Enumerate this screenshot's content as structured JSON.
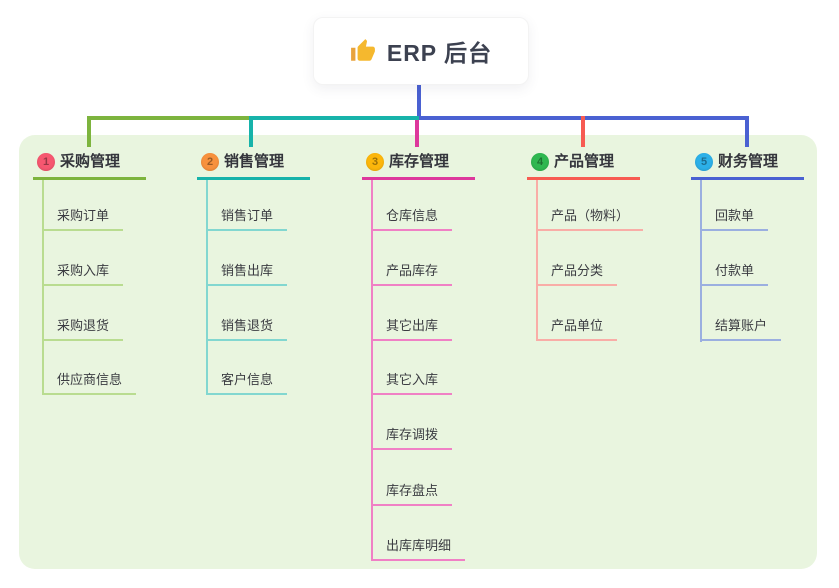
{
  "root": {
    "title": "ERP 后台",
    "icon": "thumbs-up-icon"
  },
  "colors": {
    "panel_bg": "#e9f5df",
    "root_connector": "#4a61d2",
    "thumb_icon": "#f5b82e"
  },
  "branches": [
    {
      "index": "1",
      "title": "采购管理",
      "marker_color": "#f65770",
      "line_color": "#7db43e",
      "child_line_color": "#b9dc90",
      "children": [
        {
          "label": "采购订单"
        },
        {
          "label": "采购入库"
        },
        {
          "label": "采购退货"
        },
        {
          "label": "供应商信息"
        }
      ]
    },
    {
      "index": "2",
      "title": "销售管理",
      "marker_color": "#f7913d",
      "line_color": "#17b3aa",
      "child_line_color": "#82d7d0",
      "children": [
        {
          "label": "销售订单"
        },
        {
          "label": "销售出库"
        },
        {
          "label": "销售退货"
        },
        {
          "label": "客户信息"
        }
      ]
    },
    {
      "index": "3",
      "title": "库存管理",
      "marker_color": "#fcb60b",
      "line_color": "#dd389c",
      "child_line_color": "#f080c5",
      "children": [
        {
          "label": "仓库信息"
        },
        {
          "label": "产品库存"
        },
        {
          "label": "其它出库"
        },
        {
          "label": "其它入库"
        },
        {
          "label": "库存调拨"
        },
        {
          "label": "库存盘点"
        },
        {
          "label": "出库库明细"
        }
      ]
    },
    {
      "index": "4",
      "title": "产品管理",
      "marker_color": "#2fb750",
      "line_color": "#f75b52",
      "child_line_color": "#f9ada7",
      "children": [
        {
          "label": "产品（物料）"
        },
        {
          "label": "产品分类"
        },
        {
          "label": "产品单位"
        }
      ]
    },
    {
      "index": "5",
      "title": "财务管理",
      "marker_color": "#2cb0e8",
      "line_color": "#4a61d2",
      "child_line_color": "#9bafe0",
      "children": [
        {
          "label": "回款单"
        },
        {
          "label": "付款单"
        },
        {
          "label": "结算账户"
        }
      ]
    }
  ]
}
